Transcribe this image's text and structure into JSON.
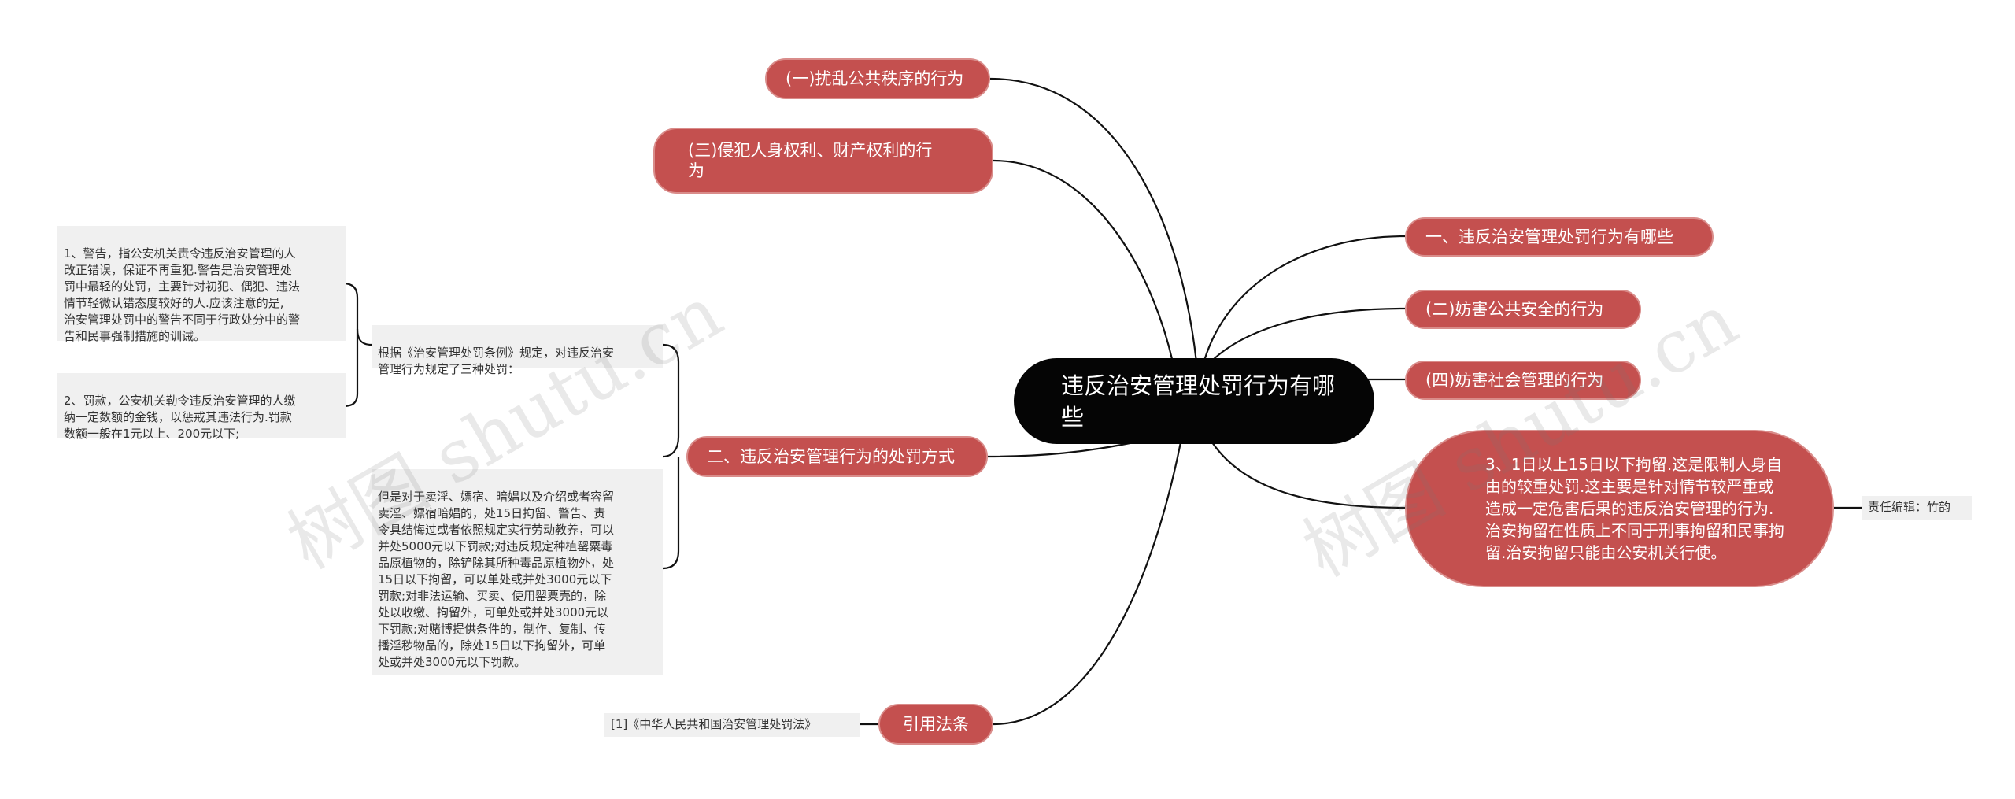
{
  "root": {
    "label": "违反治安管理处罚行为有哪些"
  },
  "branches": {
    "disturb_order": "(一)扰乱公共秩序的行为",
    "infringe_rights": "(三)侵犯人身权利、财产权利的行为",
    "punishment_methods": "二、违反治安管理行为的处罚方式",
    "cited_law": "引用法条",
    "what_is": "一、违反治安管理处罚行为有哪些",
    "public_safety": "(二)妨害公共安全的行为",
    "social_management": "(四)妨害社会管理的行为",
    "detention": "3、1日以上15日以下拘留.这是限制人身自由的较重处罚.这主要是针对情节较严重或造成一定危害后果的违反治安管理的行为.治安拘留在性质上不同于刑事拘留和民事拘留.治安拘留只能由公安机关行使。"
  },
  "leaves": {
    "warning": "1、警告，指公安机关责令违反治安管理的人\n改正错误，保证不再重犯.警告是治安管理处\n罚中最轻的处罚，主要针对初犯、偶犯、违法\n情节轻微认错态度较好的人.应该注意的是,\n治安管理处罚中的警告不同于行政处分中的警\n告和民事强制措施的训诫。",
    "fine": "2、罚款，公安机关勒令违反治安管理的人缴\n纳一定数额的金钱，以惩戒其违法行为.罚款\n数额一般在1元以上、200元以下;",
    "regulation_intro": "根据《治安管理处罚条例》规定，对违反治安\n管理行为规定了三种处罚：",
    "exceptions": "但是对于卖淫、嫖宿、暗娼以及介绍或者容留\n卖淫、嫖宿暗娼的，处15日拘留、警告、责\n令具结悔过或者依照规定实行劳动教养，可以\n并处5000元以下罚款;对违反规定种植罂粟毒\n品原植物的，除铲除其所种毒品原植物外，处\n15日以下拘留，可以单处或并处3000元以下\n罚款;对非法运输、买卖、使用罂粟壳的，除\n处以收缴、拘留外，可单处或并处3000元以\n下罚款;对赌博提供条件的，制作、复制、传\n播淫秽物品的，除处15日以下拘留外，可单\n处或并处3000元以下罚款。",
    "law_ref": "[1]《中华人民共和国治安管理处罚法》",
    "editor": "责任编辑：竹韵"
  },
  "watermarks": [
    "树图 shutu.cn",
    "树图 shutu.cn"
  ],
  "colors": {
    "root_bg": "#050505",
    "branch_bg": "#c4504f",
    "leaf_bg": "#f0f0f0",
    "edge": "#111111"
  }
}
